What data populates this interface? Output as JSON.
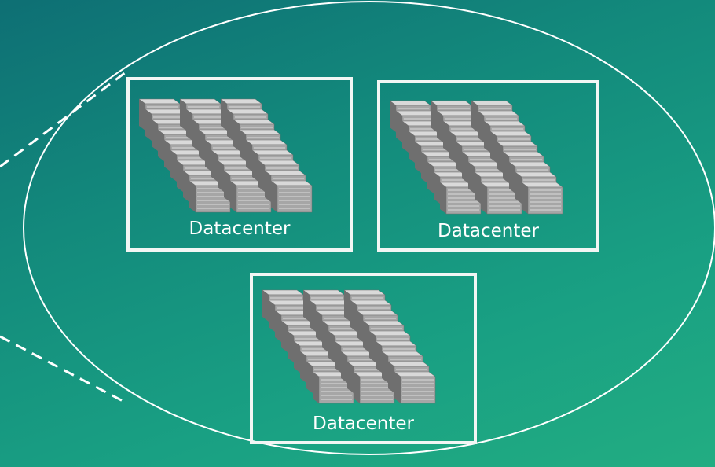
{
  "datacenters": [
    {
      "label": "Datacenter"
    },
    {
      "label": "Datacenter"
    },
    {
      "label": "Datacenter"
    }
  ],
  "colors": {
    "background_start": "#0e6f74",
    "background_end": "#22ad82",
    "outline": "#ffffff",
    "rack_light": "#d9d9d9",
    "rack_mid": "#a6a6a6",
    "rack_dark": "#6f6f6f"
  }
}
